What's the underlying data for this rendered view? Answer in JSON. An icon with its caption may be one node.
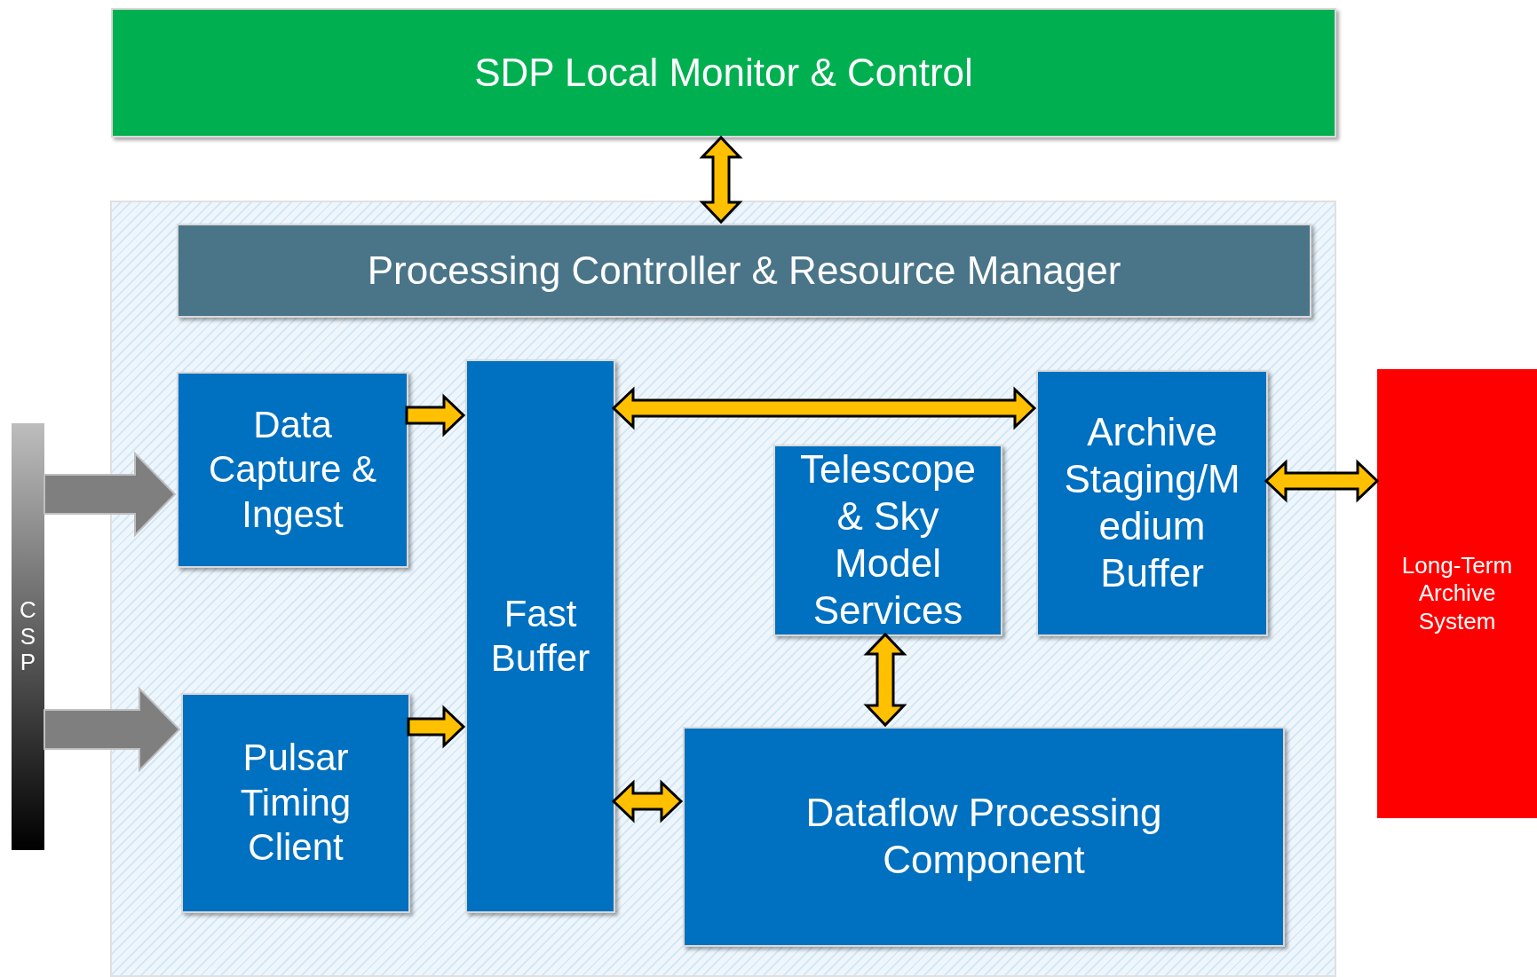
{
  "diagram": {
    "nodes": [
      {
        "text": [
          "SDP Local Monitor & Control"
        ]
      },
      {
        "text": [],
        "shape": "box"
      },
      {
        "text": [
          "Processing Controller & Resource Manager"
        ],
        "in": 1
      },
      {
        "text": [
          "Data Capture & Ingest"
        ],
        "in": 1
      },
      {
        "text": [
          "Pulsar Timing Client"
        ],
        "in": 1
      },
      {
        "text": [
          "Fast Buffer"
        ],
        "in": 1
      },
      {
        "text": [
          "Telescope & Sky Model Services"
        ],
        "in": 1
      },
      {
        "text": [
          "Archive Staging/Medium Buffer"
        ],
        "in": 1
      },
      {
        "text": [
          "Dataflow Processing Component"
        ],
        "in": 1
      },
      {
        "text": [
          "CSP"
        ]
      },
      {
        "text": [
          "Long-Term Archive System"
        ]
      }
    ],
    "edges": [
      {
        "from": 0,
        "to": 2,
        "arrow": "both"
      },
      {
        "from": 9,
        "to": 3,
        "arrow": "to",
        "color": "#7f7f7f"
      },
      {
        "from": 9,
        "to": 4,
        "arrow": "to",
        "color": "#7f7f7f"
      },
      {
        "from": 3,
        "to": 5,
        "arrow": "to"
      },
      {
        "from": 4,
        "to": 5,
        "arrow": "to"
      },
      {
        "from": 5,
        "to": 7,
        "arrow": "both"
      },
      {
        "from": 6,
        "to": 8,
        "arrow": "both"
      },
      {
        "from": 5,
        "to": 8,
        "arrow": "both"
      },
      {
        "from": 7,
        "to": 10,
        "arrow": "both"
      }
    ]
  }
}
